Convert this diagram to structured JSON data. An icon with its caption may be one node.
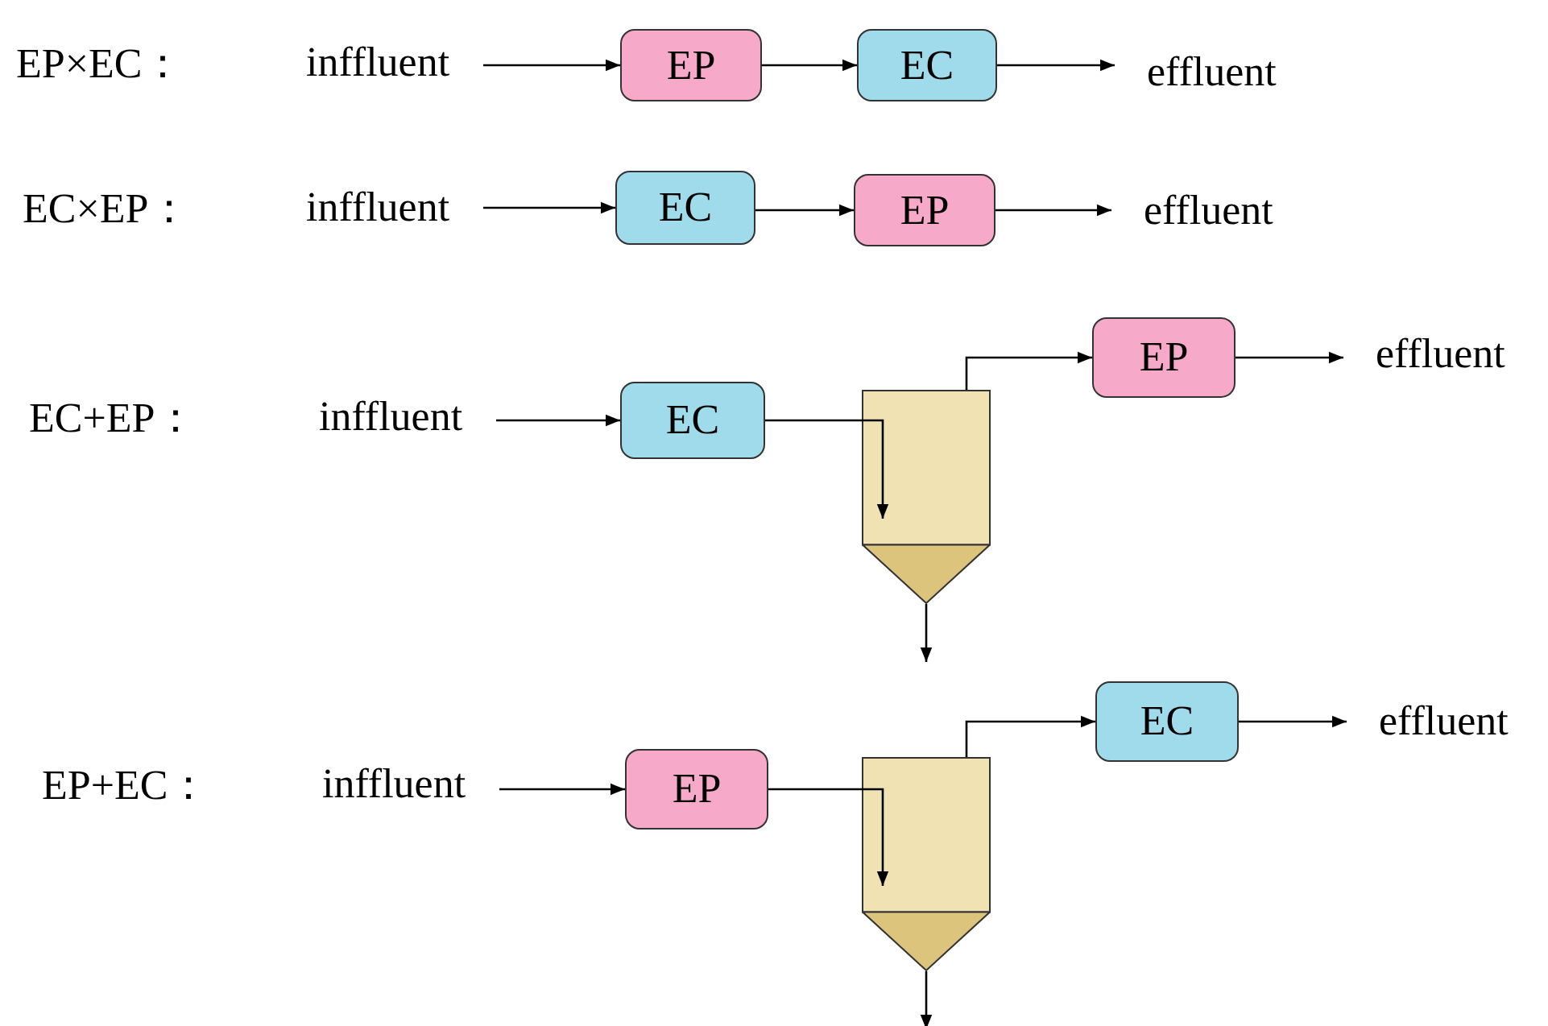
{
  "diagram": {
    "nodes": [
      {
        "text": [
          "inffluent"
        ]
      },
      {
        "text": [
          "EP"
        ]
      },
      {
        "text": [
          "EC"
        ]
      },
      {
        "text": [
          "effluent"
        ]
      },
      {
        "text": [
          "inffluent"
        ]
      },
      {
        "text": [
          "EC"
        ]
      },
      {
        "text": [
          "EP"
        ]
      },
      {
        "text": [
          "effluent"
        ]
      },
      {
        "text": [
          "inffluent"
        ]
      },
      {
        "text": [
          "EC"
        ]
      },
      {
        "text": [],
        "shape": "tank"
      },
      {
        "text": [
          "EP"
        ]
      },
      {
        "text": [
          "effluent"
        ]
      },
      {
        "text": [
          "inffluent"
        ]
      },
      {
        "text": [
          "EP"
        ]
      },
      {
        "text": [],
        "shape": "tank"
      },
      {
        "text": [
          "EC"
        ]
      },
      {
        "text": [
          "effluent"
        ]
      }
    ],
    "edges": [
      {
        "from": 0,
        "to": 1,
        "arrow": "to"
      },
      {
        "from": 1,
        "to": 2,
        "arrow": "to"
      },
      {
        "from": 2,
        "to": 3,
        "arrow": "to"
      },
      {
        "from": 4,
        "to": 5,
        "arrow": "to"
      },
      {
        "from": 5,
        "to": 6,
        "arrow": "to"
      },
      {
        "from": 6,
        "to": 7,
        "arrow": "to"
      },
      {
        "from": 8,
        "to": 9,
        "arrow": "to"
      },
      {
        "from": 9,
        "to": 10,
        "arrow": "to"
      },
      {
        "from": 10,
        "to": 11,
        "arrow": "to"
      },
      {
        "from": 11,
        "to": 12,
        "arrow": "to"
      },
      {
        "from": 10,
        "to": null,
        "arrow": "to"
      },
      {
        "from": 13,
        "to": 14,
        "arrow": "to"
      },
      {
        "from": 14,
        "to": 15,
        "arrow": "to"
      },
      {
        "from": 15,
        "to": 16,
        "arrow": "to"
      },
      {
        "from": 16,
        "to": 17,
        "arrow": "to"
      },
      {
        "from": 15,
        "to": null,
        "arrow": "to"
      }
    ],
    "labels": [
      "EP×EC：",
      "EC×EP：",
      "EC+EP：",
      "EP+EC："
    ]
  }
}
